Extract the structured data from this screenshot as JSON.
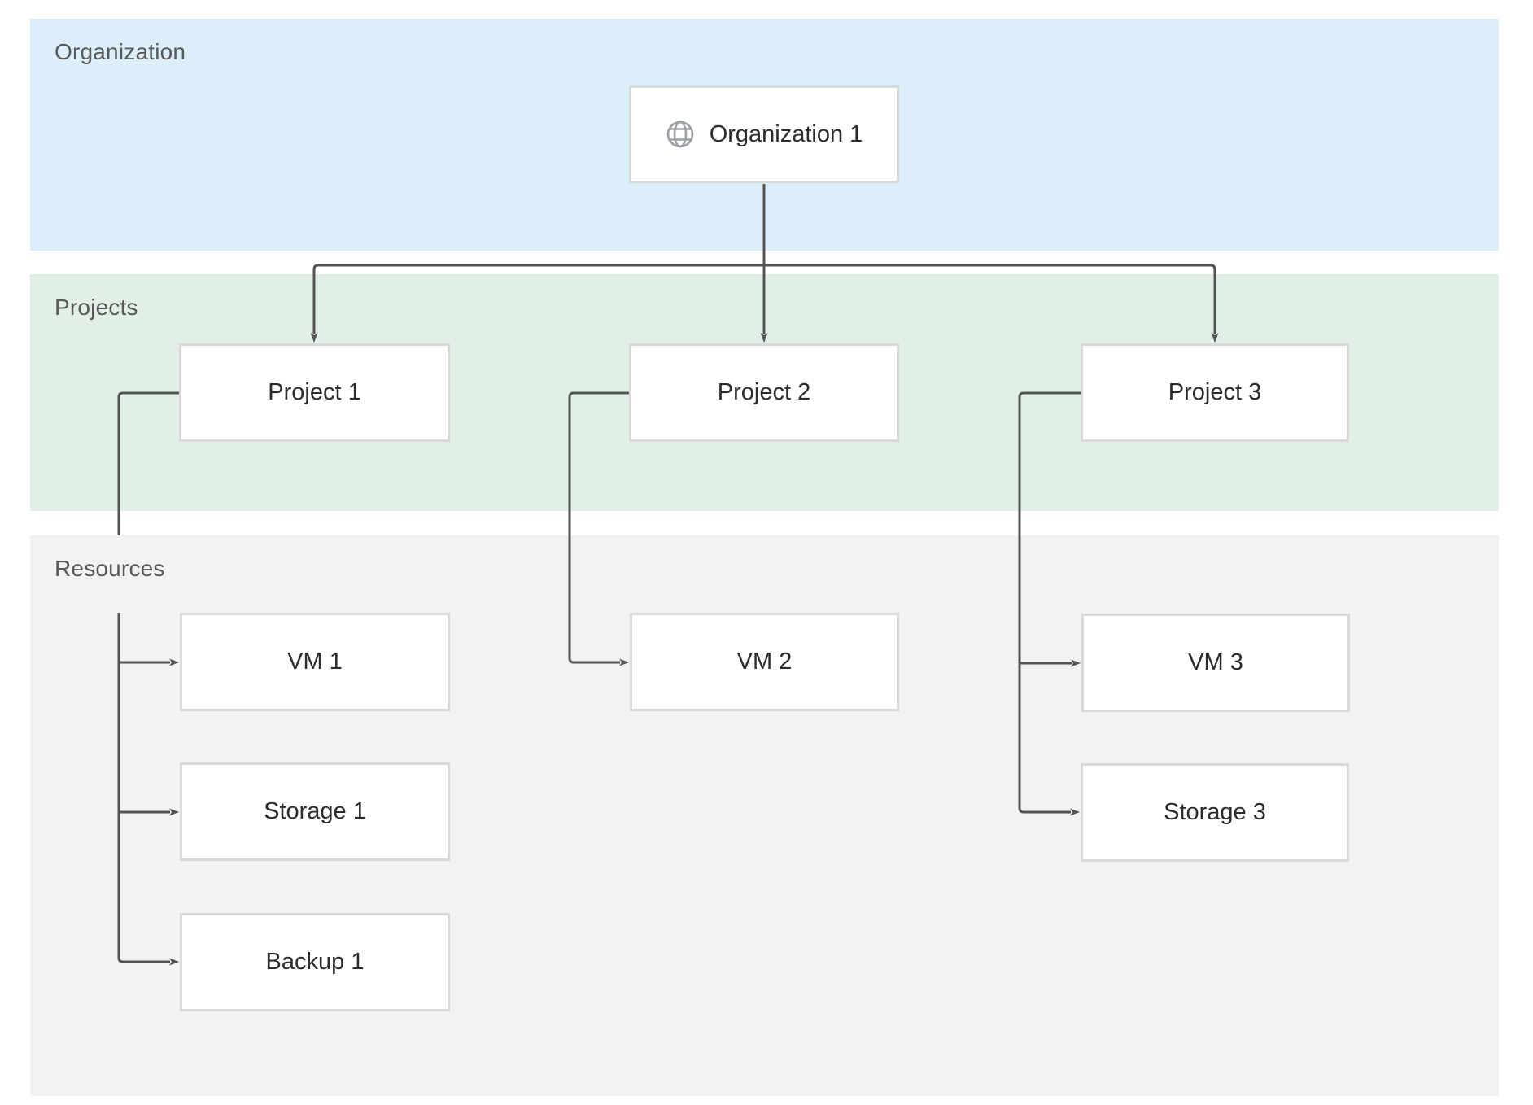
{
  "bands": {
    "organization": {
      "label": "Organization"
    },
    "projects": {
      "label": "Projects"
    },
    "resources": {
      "label": "Resources"
    }
  },
  "nodes": {
    "org1": {
      "label": "Organization 1",
      "icon": "globe-icon",
      "band": "organization"
    },
    "project1": {
      "label": "Project 1",
      "band": "projects"
    },
    "project2": {
      "label": "Project 2",
      "band": "projects"
    },
    "project3": {
      "label": "Project 3",
      "band": "projects"
    },
    "vm1": {
      "label": "VM 1",
      "band": "resources"
    },
    "storage1": {
      "label": "Storage 1",
      "band": "resources"
    },
    "backup1": {
      "label": "Backup 1",
      "band": "resources"
    },
    "vm2": {
      "label": "VM 2",
      "band": "resources"
    },
    "vm3": {
      "label": "VM 3",
      "band": "resources"
    },
    "storage3": {
      "label": "Storage 3",
      "band": "resources"
    }
  },
  "edges": [
    {
      "from": "org1",
      "to": "project1"
    },
    {
      "from": "org1",
      "to": "project2"
    },
    {
      "from": "org1",
      "to": "project3"
    },
    {
      "from": "project1",
      "to": "vm1"
    },
    {
      "from": "project1",
      "to": "storage1"
    },
    {
      "from": "project1",
      "to": "backup1"
    },
    {
      "from": "project2",
      "to": "vm2"
    },
    {
      "from": "project3",
      "to": "vm3"
    },
    {
      "from": "project3",
      "to": "storage3"
    }
  ],
  "colors": {
    "organization_band": "#dceef9",
    "projects_band": "#e2efe7",
    "resources_band": "#f2f2f2",
    "connector": "#545454",
    "node_border": "#d9d9d9",
    "node_fill": "#ffffff",
    "node_text": "#2b2b2b",
    "band_label_text": "#595959",
    "globe_icon": "#9aa0a6"
  }
}
